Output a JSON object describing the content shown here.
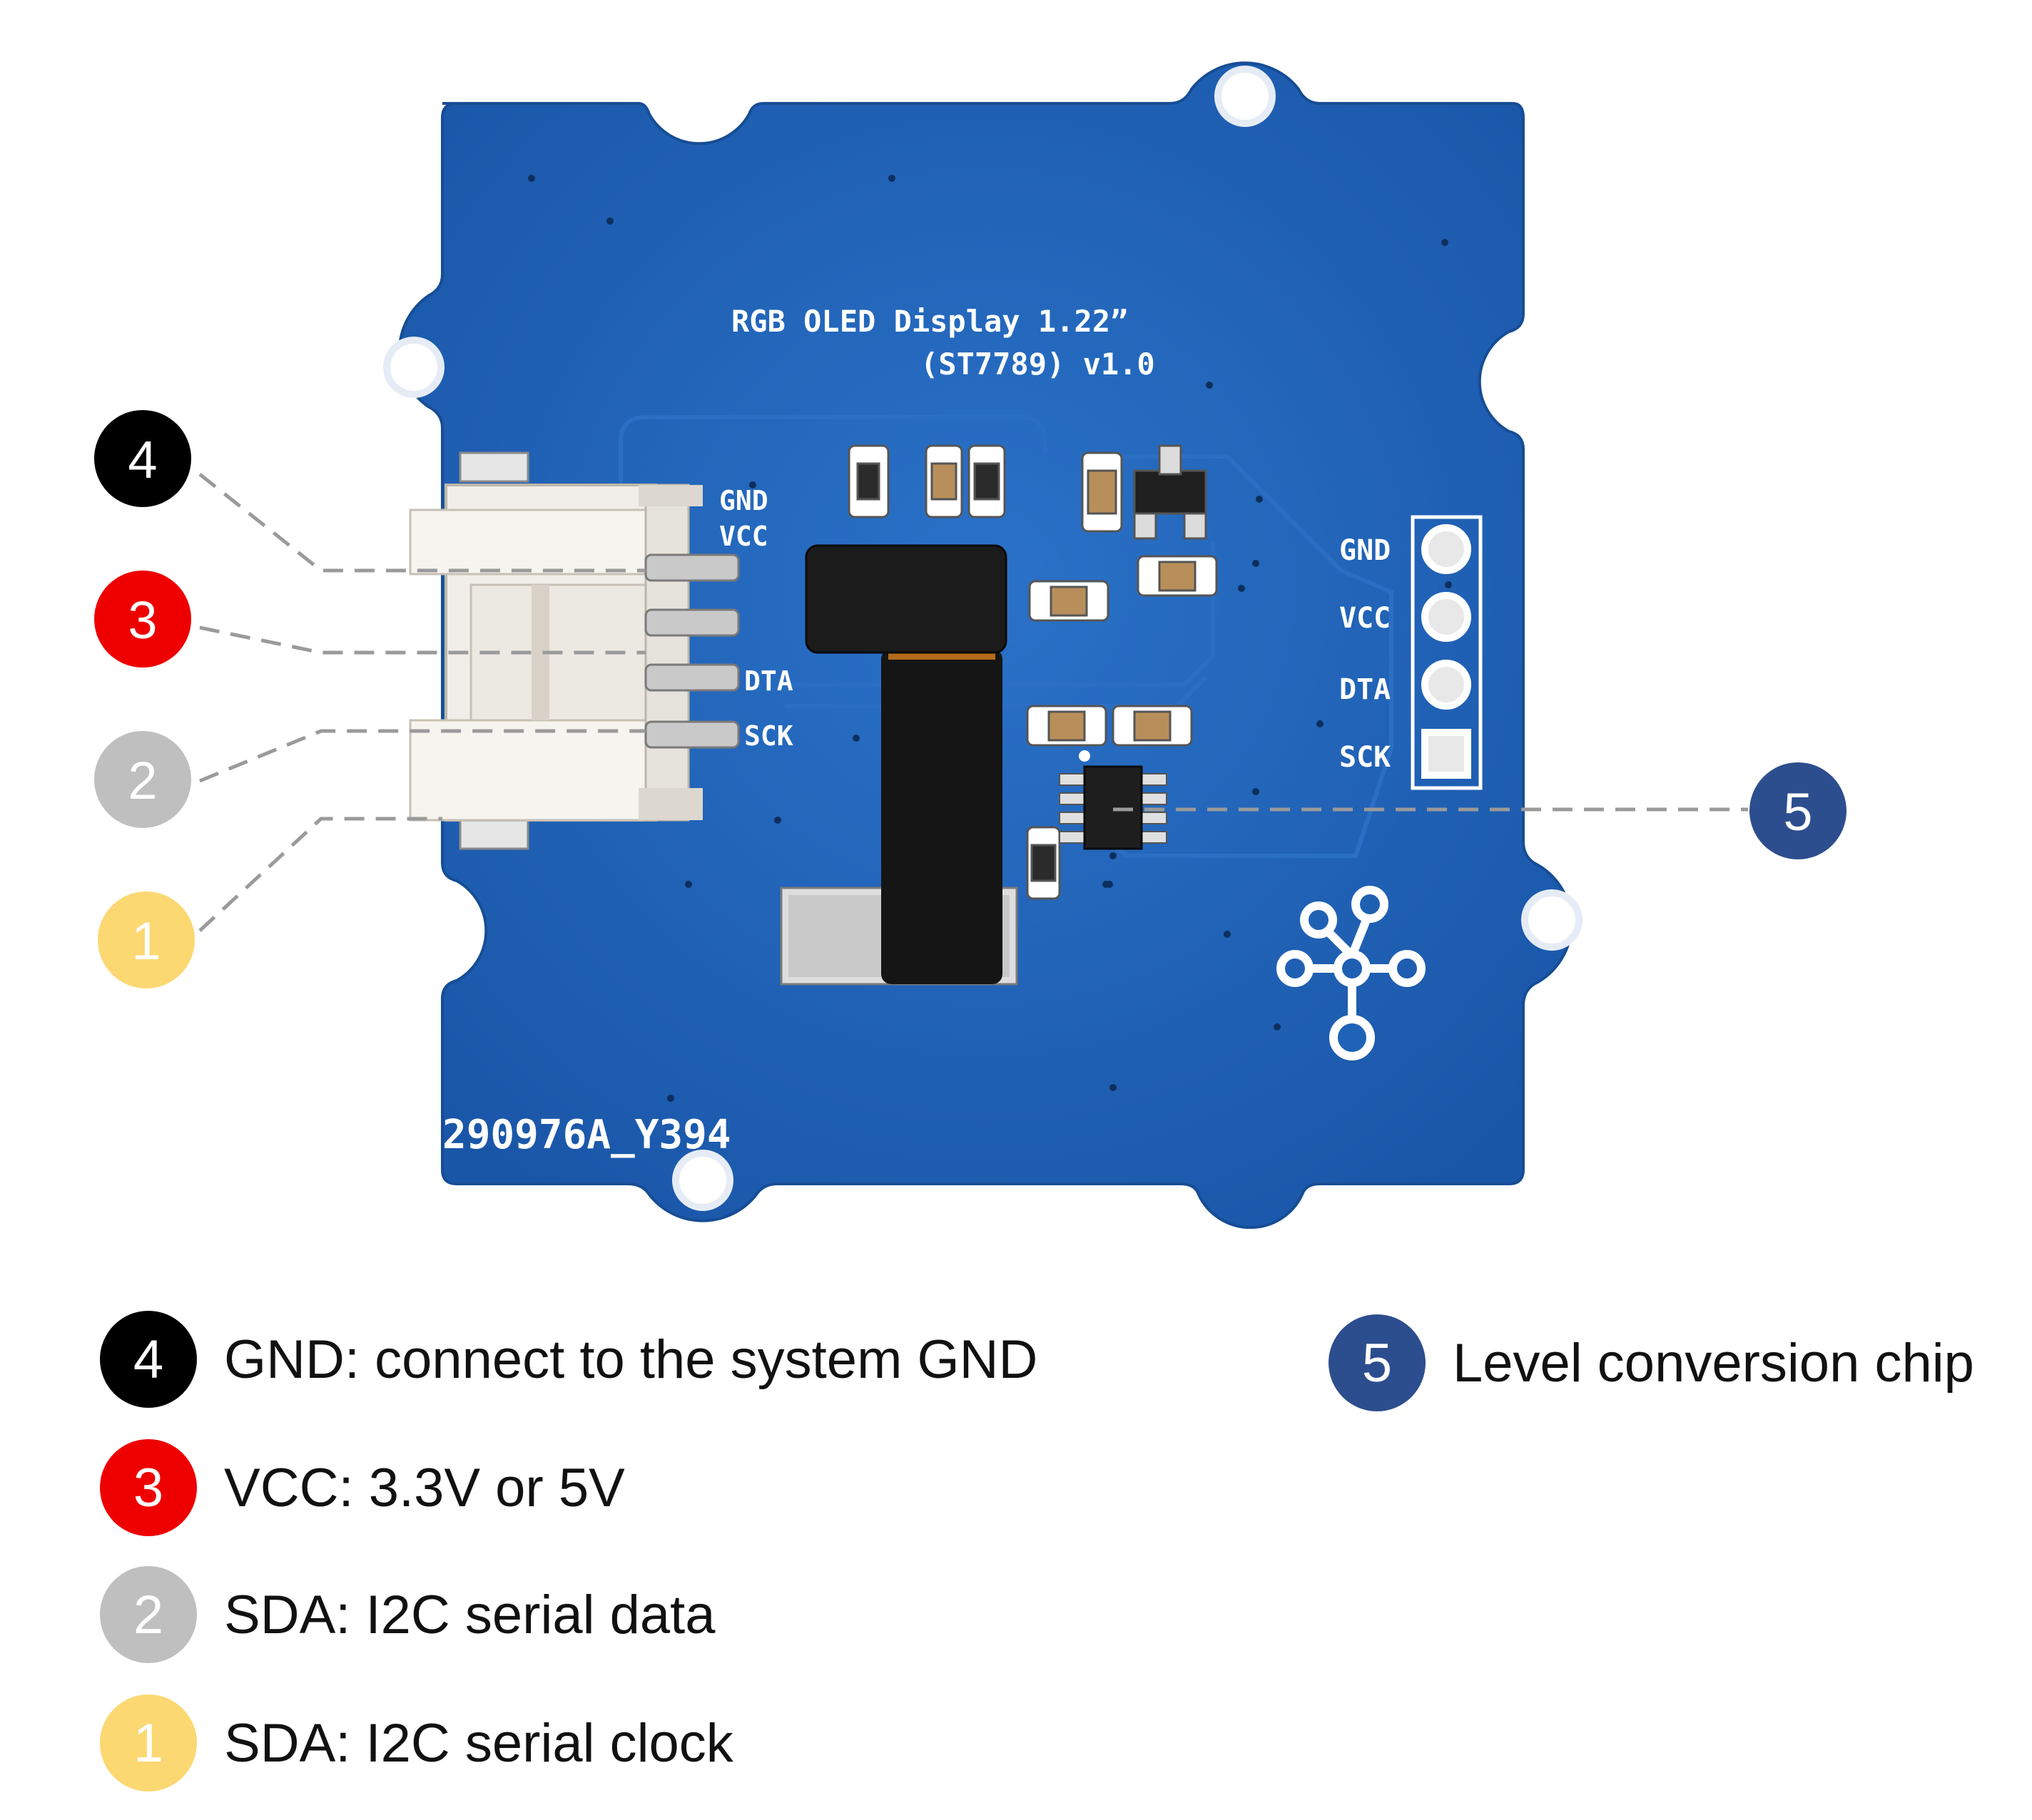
{
  "board": {
    "title_line1": "RGB OLED Display 1.22”",
    "title_line2": "(ST7789) v1.0",
    "part_number": "290976A_Y394",
    "connector_labels": [
      "GND",
      "VCC",
      "DTA",
      "SCK"
    ],
    "header_labels": [
      "GND",
      "VCC",
      "DTA",
      "SCK"
    ],
    "pcb_color": "#1f63b8"
  },
  "callouts": [
    {
      "number": "4",
      "color": "#000000"
    },
    {
      "number": "3",
      "color": "#ee0000"
    },
    {
      "number": "2",
      "color": "#bfbfbf"
    },
    {
      "number": "1",
      "color": "#fbd872"
    },
    {
      "number": "5",
      "color": "#2d4e8e"
    }
  ],
  "legend": [
    {
      "number": "4",
      "text": "GND: connect to the system GND",
      "color": "#000000"
    },
    {
      "number": "3",
      "text": "VCC: 3.3V or 5V",
      "color": "#ee0000"
    },
    {
      "number": "2",
      "text": "SDA: I2C serial data",
      "color": "#bfbfbf"
    },
    {
      "number": "1",
      "text": "SDA: I2C serial clock",
      "color": "#fbd872"
    },
    {
      "number": "5",
      "text": "Level conversion chip",
      "color": "#2d4e8e"
    }
  ]
}
